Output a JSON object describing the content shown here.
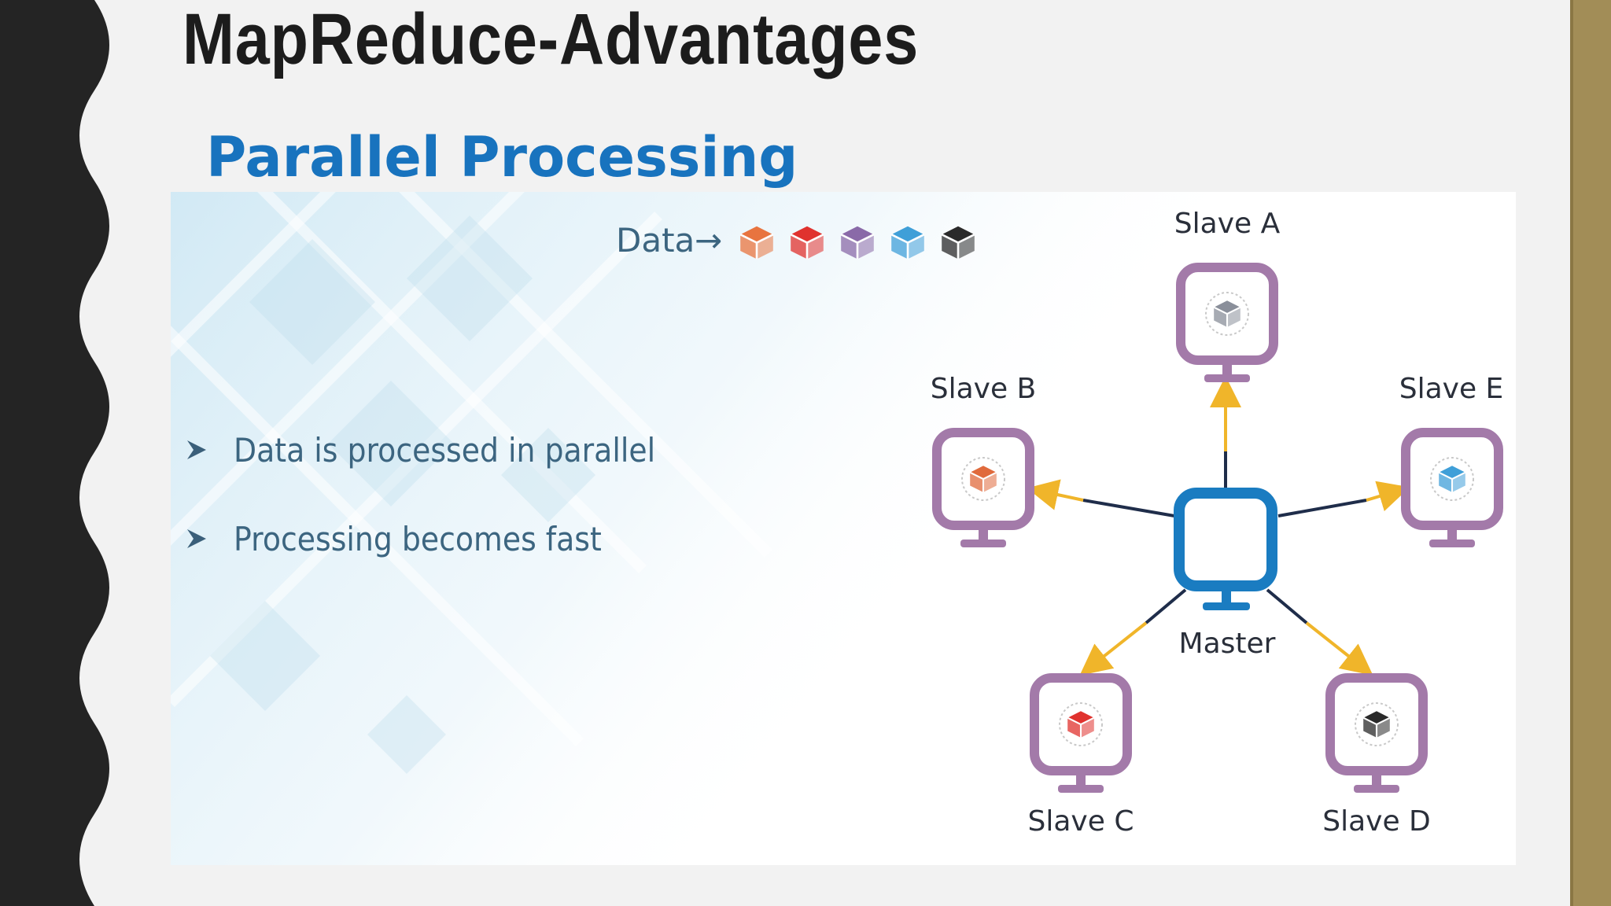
{
  "slide": {
    "title": "MapReduce-Advantages",
    "subtitle": "Parallel Processing"
  },
  "diagram": {
    "data_label": "Data",
    "data_arrow": "→",
    "bullets": [
      {
        "text": "Data is processed in parallel"
      },
      {
        "text": "Processing becomes fast"
      }
    ],
    "master_label": "Master",
    "slaves": [
      {
        "label": "Slave A",
        "color": "#8a8f9a"
      },
      {
        "label": "Slave B",
        "color": "#e06a3c"
      },
      {
        "label": "Slave C",
        "color": "#e0322e"
      },
      {
        "label": "Slave D",
        "color": "#2a2a2a"
      },
      {
        "label": "Slave E",
        "color": "#3f9fd8"
      }
    ],
    "data_block_colors": [
      "#e8743f",
      "#e0322e",
      "#8a6aa8",
      "#3f9fd8",
      "#2a2a2a"
    ],
    "colors": {
      "master": "#1a7cc1",
      "slave": "#a37aa9",
      "arrow": "#f0b52a",
      "connector": "#1f2d4a",
      "label": "#2a2f3a",
      "data_label": "#3c6580"
    }
  }
}
